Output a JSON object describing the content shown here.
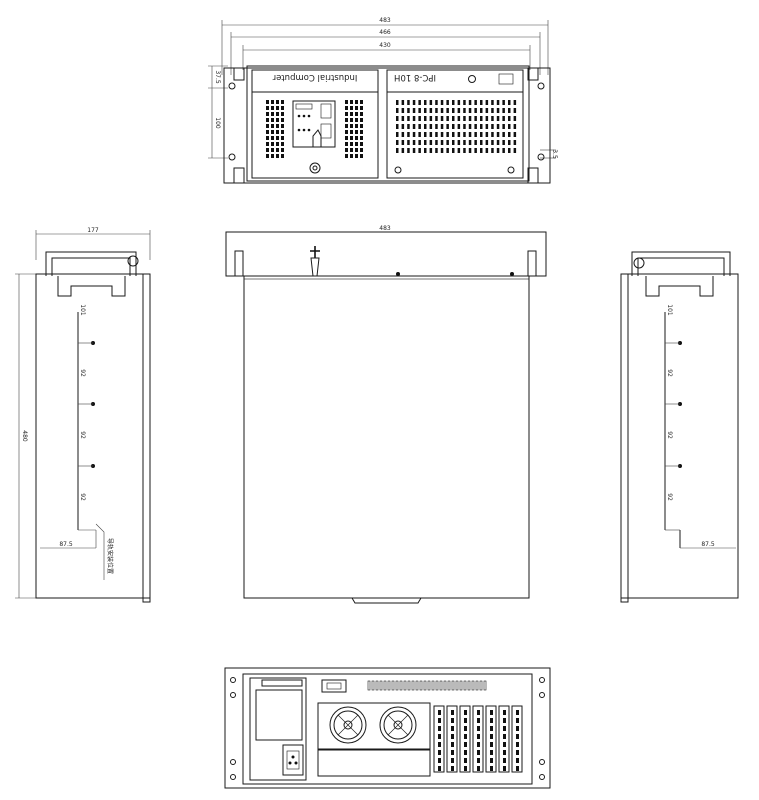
{
  "front_view": {
    "dim_overall_width": "483",
    "dim_ear_span": "466",
    "dim_chassis_width": "430",
    "dim_side_top": "37.5",
    "dim_side_middle": "100",
    "dim_side_bottom": "3.5",
    "brand_label": "Industrial Computer",
    "model_label": "IPC-8 10H"
  },
  "top_view": {
    "dim_width": "483"
  },
  "left_view": {
    "dim_depth": "177",
    "dim_length": "480",
    "dim_slot_1": "101",
    "dim_slot_2": "92",
    "dim_slot_3": "92",
    "dim_slot_4": "92",
    "dim_bottom_offset": "87.5",
    "annotation": "导轨安装位置"
  },
  "right_view": {
    "dim_slot_1": "101",
    "dim_slot_2": "92",
    "dim_slot_3": "92",
    "dim_slot_4": "92",
    "dim_bottom_offset": "87.5"
  }
}
